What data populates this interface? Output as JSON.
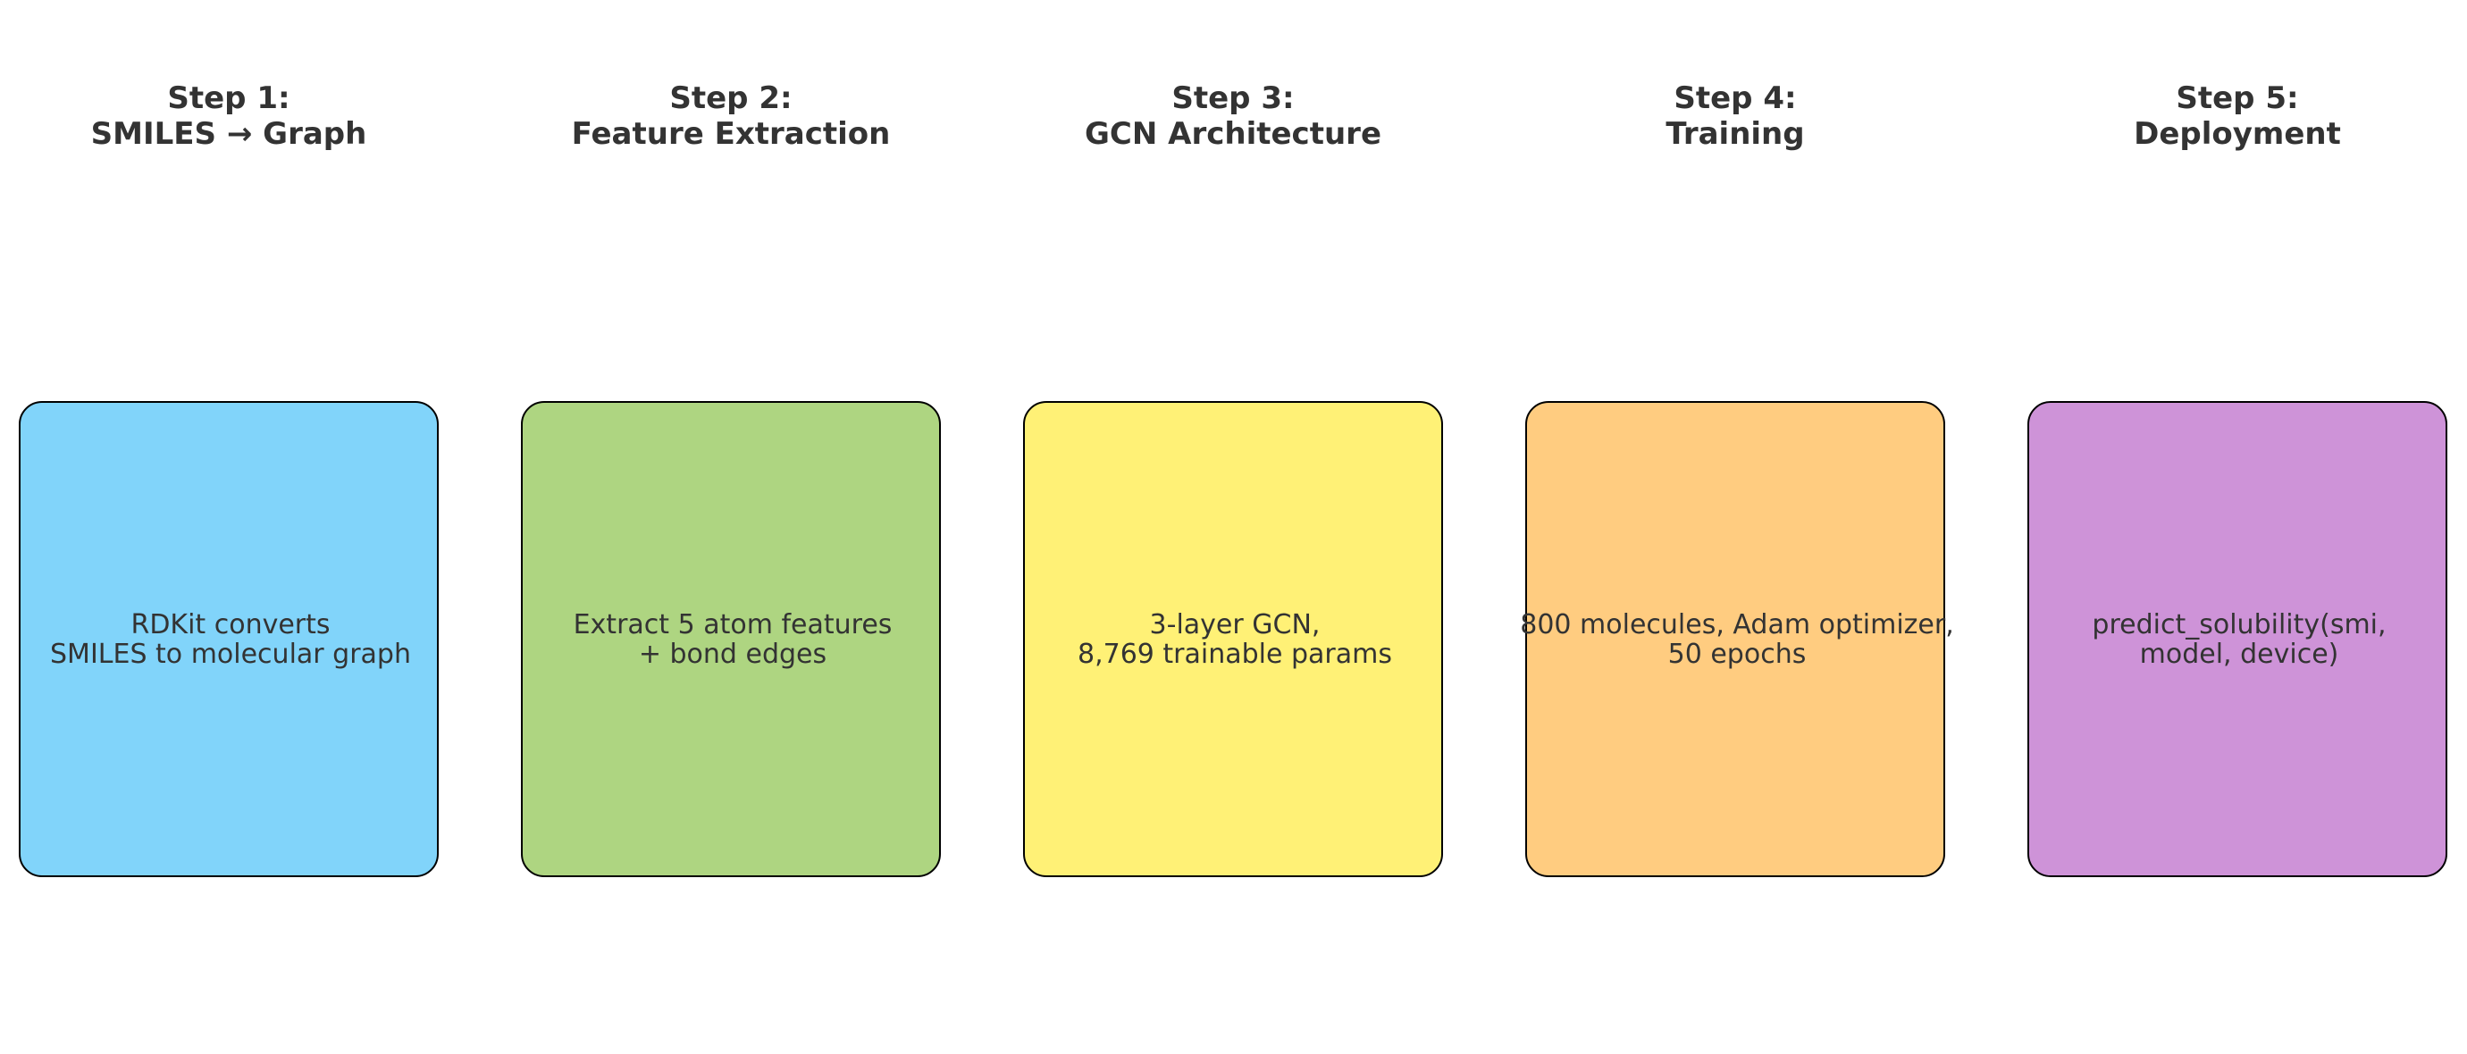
{
  "steps": [
    {
      "title_line1": "Step 1:",
      "title_line2": "SMILES → Graph",
      "desc_line1": "RDKit converts",
      "desc_line2": "SMILES to molecular graph",
      "color": "#81d4fa"
    },
    {
      "title_line1": "Step 2:",
      "title_line2": "Feature Extraction",
      "desc_line1": "Extract 5 atom features",
      "desc_line2": "+ bond edges",
      "color": "#aed581"
    },
    {
      "title_line1": "Step 3:",
      "title_line2": "GCN Architecture",
      "desc_line1": "3-layer GCN,",
      "desc_line2": "8,769 trainable params",
      "color": "#fff176"
    },
    {
      "title_line1": "Step 4:",
      "title_line2": "Training",
      "desc_line1": "800 molecules, Adam optimizer,",
      "desc_line2": "50 epochs",
      "color": "#ffcc80"
    },
    {
      "title_line1": "Step 5:",
      "title_line2": "Deployment",
      "desc_line1": "predict_solubility(smi,",
      "desc_line2": "model, device)",
      "color": "#ce93d8"
    }
  ]
}
